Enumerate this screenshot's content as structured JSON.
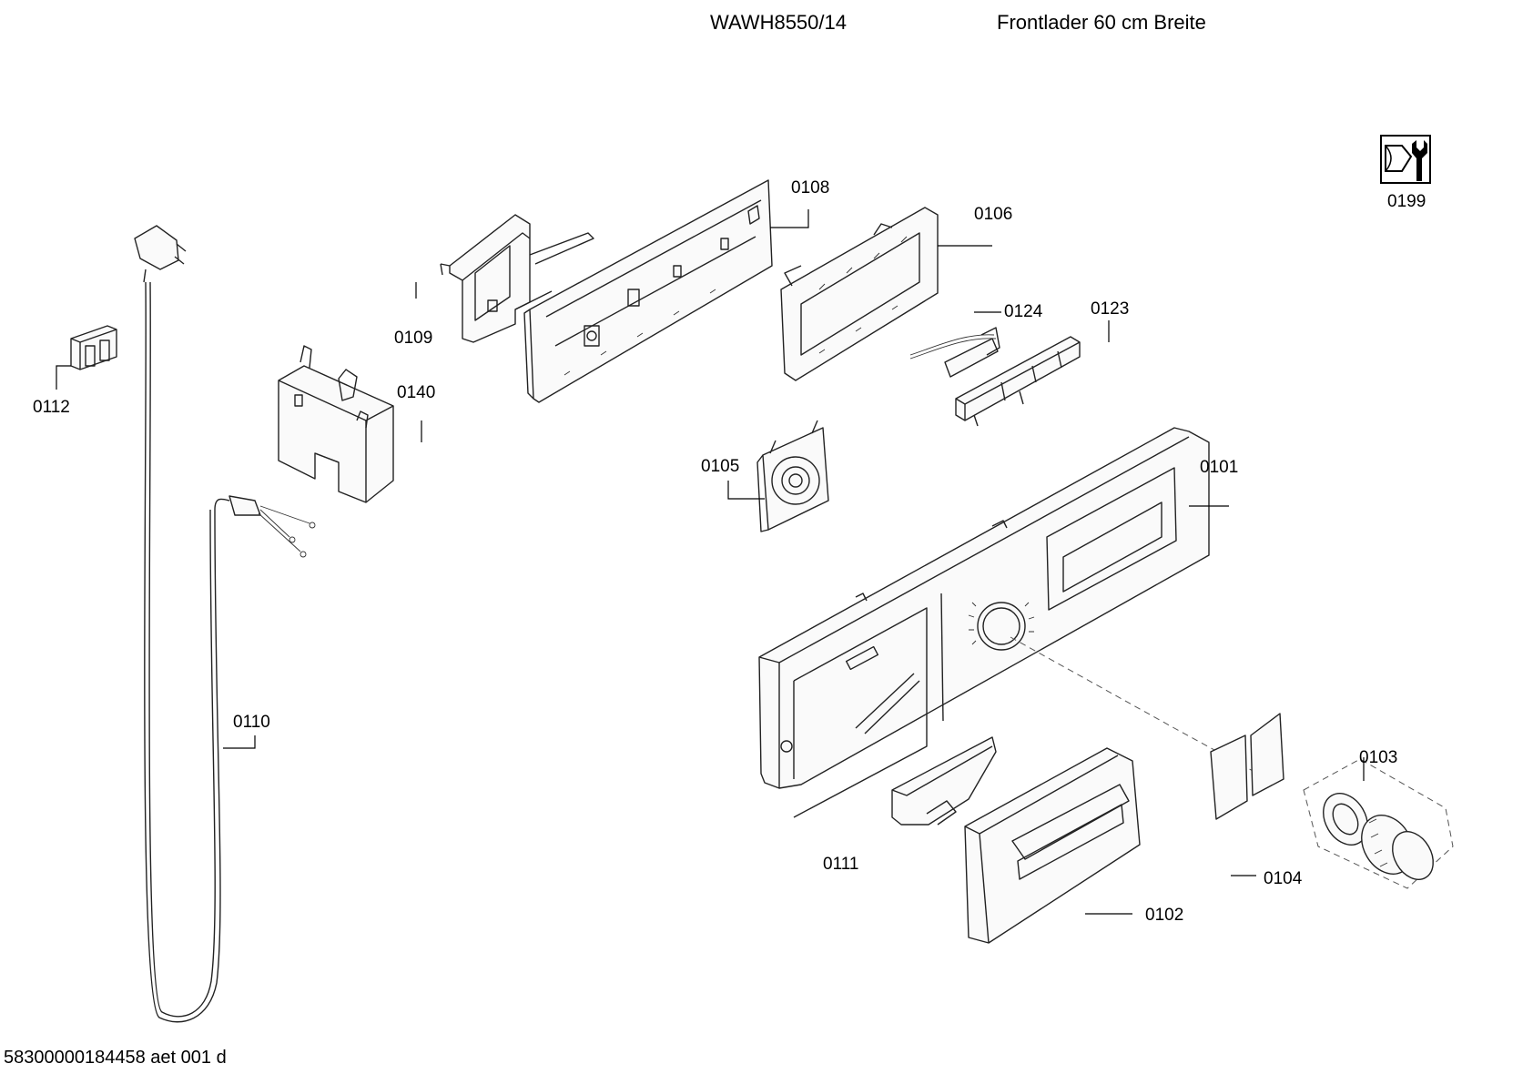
{
  "header": {
    "model": "WAWH8550/14",
    "description": "Frontlader 60 cm Breite"
  },
  "footer": {
    "document_code": "58300000184458 aet 001 d"
  },
  "parts": {
    "p0101": "0101",
    "p0102": "0102",
    "p0103": "0103",
    "p0104": "0104",
    "p0105": "0105",
    "p0106": "0106",
    "p0108": "0108",
    "p0109": "0109",
    "p0110": "0110",
    "p0111": "0111",
    "p0112": "0112",
    "p0123": "0123",
    "p0124": "0124",
    "p0140": "0140",
    "p0199": "0199"
  },
  "icons": {
    "service_icon": "wrench-and-nut-icon"
  }
}
